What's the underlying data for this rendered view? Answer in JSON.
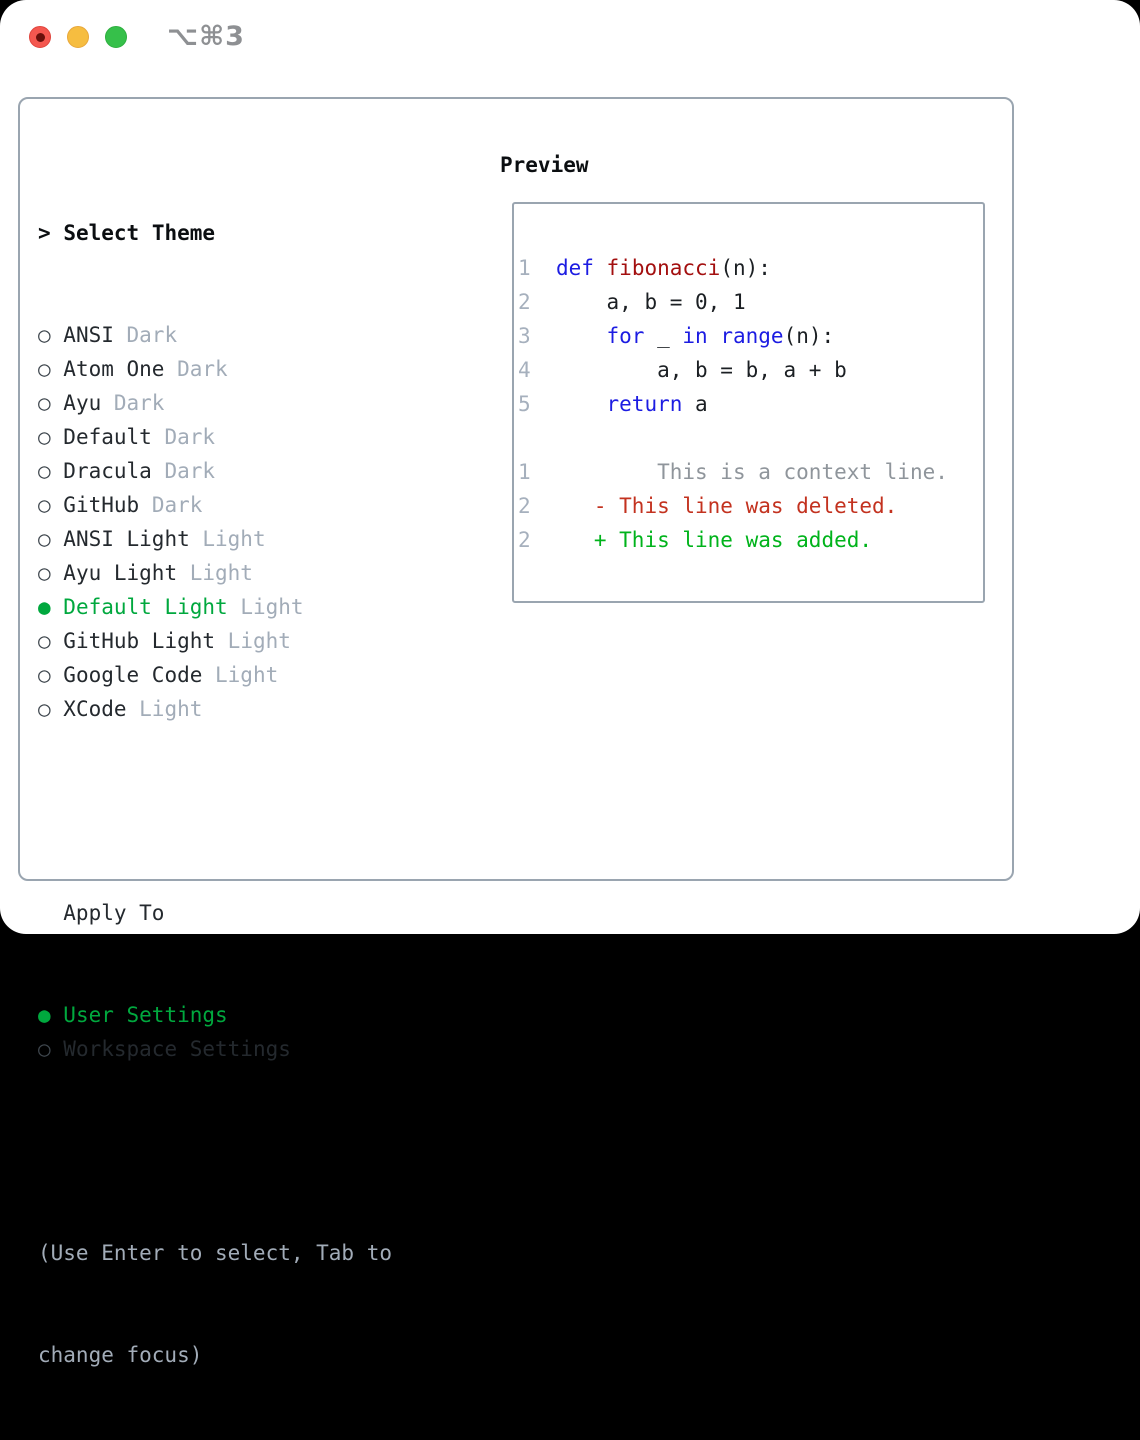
{
  "window": {
    "shortcut": "⌥⌘3"
  },
  "theme_list": {
    "header_marker": ">",
    "header": "Select Theme",
    "radio_selected_glyph": "●",
    "radio_unselected_glyph": "○",
    "items": [
      {
        "name": "ANSI",
        "variant": "Dark",
        "selected": false
      },
      {
        "name": "Atom One",
        "variant": "Dark",
        "selected": false
      },
      {
        "name": "Ayu",
        "variant": "Dark",
        "selected": false
      },
      {
        "name": "Default",
        "variant": "Dark",
        "selected": false
      },
      {
        "name": "Dracula",
        "variant": "Dark",
        "selected": false
      },
      {
        "name": "GitHub",
        "variant": "Dark",
        "selected": false
      },
      {
        "name": "ANSI Light",
        "variant": "Light",
        "selected": false
      },
      {
        "name": "Ayu Light",
        "variant": "Light",
        "selected": false
      },
      {
        "name": "Default Light",
        "variant": "Light",
        "selected": true
      },
      {
        "name": "GitHub Light",
        "variant": "Light",
        "selected": false
      },
      {
        "name": "Google Code",
        "variant": "Light",
        "selected": false
      },
      {
        "name": "XCode",
        "variant": "Light",
        "selected": false
      }
    ]
  },
  "apply_to": {
    "header": "Apply To",
    "items": [
      {
        "name": "User Settings",
        "selected": true
      },
      {
        "name": "Workspace Settings",
        "selected": false
      }
    ]
  },
  "help": {
    "line1": "(Use Enter to select, Tab to",
    "line2": "change focus)"
  },
  "preview": {
    "title": "Preview",
    "lines": [
      {
        "kind": "code",
        "tokens": [
          [
            "ln",
            "1  "
          ],
          [
            "kw",
            "def"
          ],
          [
            "d",
            " "
          ],
          [
            "fn",
            "fibonacci"
          ],
          [
            "d",
            "(n):"
          ]
        ]
      },
      {
        "kind": "code",
        "tokens": [
          [
            "ln",
            "2  "
          ],
          [
            "d",
            "    a, b = 0, 1"
          ]
        ]
      },
      {
        "kind": "code",
        "tokens": [
          [
            "ln",
            "3  "
          ],
          [
            "d",
            "    "
          ],
          [
            "kw",
            "for"
          ],
          [
            "d",
            " _ "
          ],
          [
            "kw",
            "in"
          ],
          [
            "d",
            " "
          ],
          [
            "kw",
            "range"
          ],
          [
            "d",
            "(n):"
          ]
        ]
      },
      {
        "kind": "code",
        "tokens": [
          [
            "ln",
            "4  "
          ],
          [
            "d",
            "        a, b = b, a + b"
          ]
        ]
      },
      {
        "kind": "code",
        "tokens": [
          [
            "ln",
            "5  "
          ],
          [
            "d",
            "    "
          ],
          [
            "kw",
            "return"
          ],
          [
            "d",
            " a"
          ]
        ]
      },
      {
        "kind": "blank",
        "tokens": []
      },
      {
        "kind": "diff-context",
        "tokens": [
          [
            "ln",
            "1  "
          ],
          [
            "ctx",
            "        This is a context line."
          ]
        ]
      },
      {
        "kind": "diff-deleted",
        "tokens": [
          [
            "ln",
            "2  "
          ],
          [
            "del",
            "   - This line was deleted."
          ]
        ]
      },
      {
        "kind": "diff-added",
        "tokens": [
          [
            "ln",
            "2  "
          ],
          [
            "add",
            "   + This line was added."
          ]
        ]
      }
    ]
  },
  "colors": {
    "border": "#9aa5b0",
    "heading": "#0b0e11",
    "text": "#24292e",
    "code-text": "#1b1f23",
    "muted": "#a2acb8",
    "lineno": "#a6b0bd",
    "ctx": "#8f959b",
    "marker": "#3f474e",
    "green-sel": "#00a83e",
    "green-add": "#00b31b",
    "red-del": "#c3321f",
    "red-fn": "#a30f0f",
    "blue-kw": "#1c1ce2",
    "shortcut": "#8e9093",
    "traffic-red": "#f4574f",
    "traffic-red-border": "#e0443c",
    "traffic-red-dot": "#69100b",
    "traffic-yellow": "#f6bd40",
    "traffic-yellow-border": "#e8a73a",
    "traffic-green": "#36c04a",
    "traffic-green-border": "#2daf3e"
  }
}
